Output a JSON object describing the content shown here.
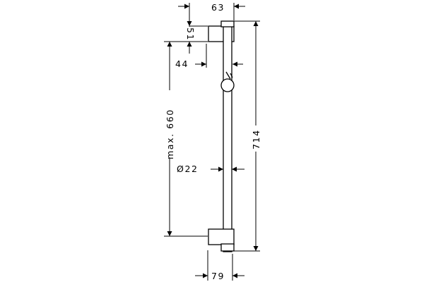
{
  "drawing": {
    "colors": {
      "line": "#000000",
      "background": "#ffffff"
    },
    "dimensions": {
      "bracket_width": "63",
      "bracket_height": "51",
      "bracket_offset": "44",
      "max_spacing": "max. 660",
      "diameter": "Ø22",
      "total_length": "714",
      "bottom_width": "79"
    }
  }
}
